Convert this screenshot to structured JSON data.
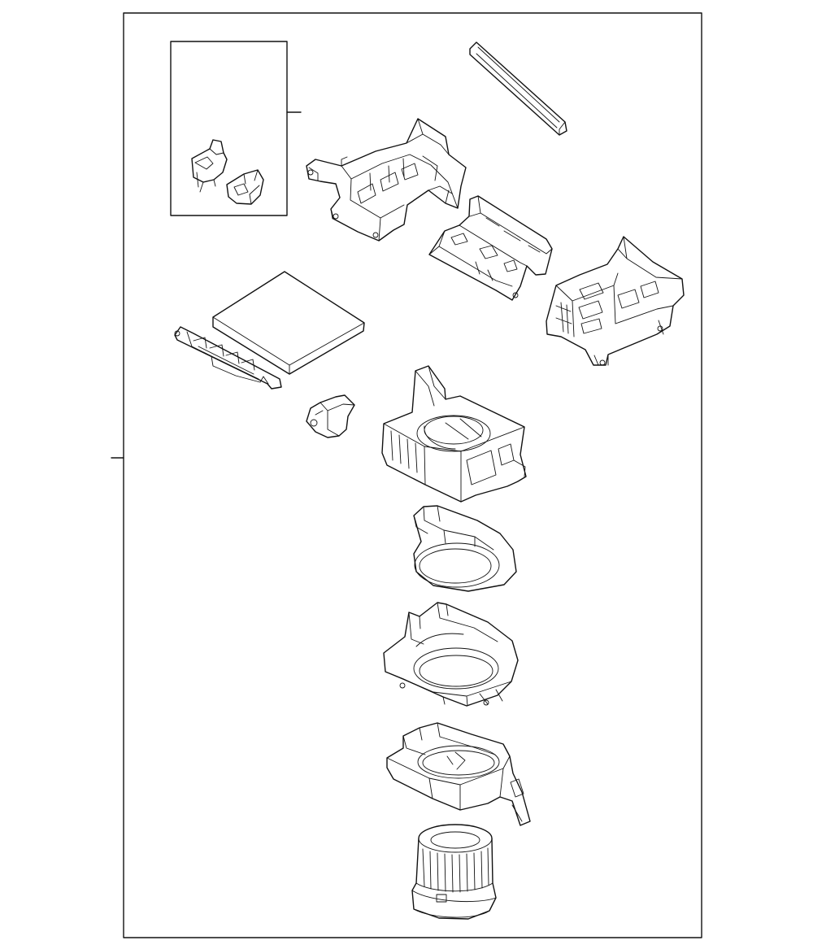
{
  "diagram": {
    "title": "",
    "parts": [
      {
        "id": "actuator-kit-inset"
      },
      {
        "id": "cabin-filter-cover"
      },
      {
        "id": "duct-manifold"
      },
      {
        "id": "mode-door-assembly"
      },
      {
        "id": "evaporator-case"
      },
      {
        "id": "cabin-air-filter"
      },
      {
        "id": "filter-access-cover"
      },
      {
        "id": "door-actuator"
      },
      {
        "id": "blower-housing"
      },
      {
        "id": "blower-scroll-upper"
      },
      {
        "id": "blower-scroll-case"
      },
      {
        "id": "blower-lower-case"
      },
      {
        "id": "blower-motor"
      }
    ],
    "colors": {
      "line": "#111111",
      "background": "#ffffff"
    }
  }
}
